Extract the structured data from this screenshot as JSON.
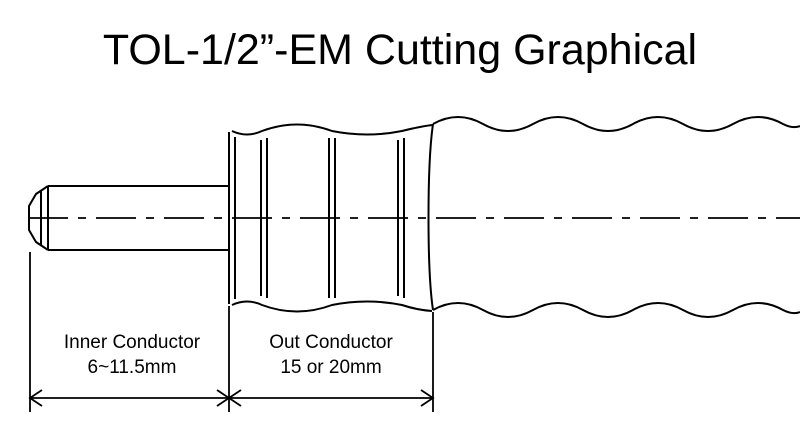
{
  "title": "TOL-1/2”-EM Cutting Graphical",
  "dimensions": {
    "inner": {
      "name": "Inner Conductor",
      "value": "6~11.5mm"
    },
    "outer": {
      "name": "Out Conductor",
      "value": "15 or 20mm"
    }
  },
  "colors": {
    "line": "#000000",
    "background": "#ffffff"
  }
}
